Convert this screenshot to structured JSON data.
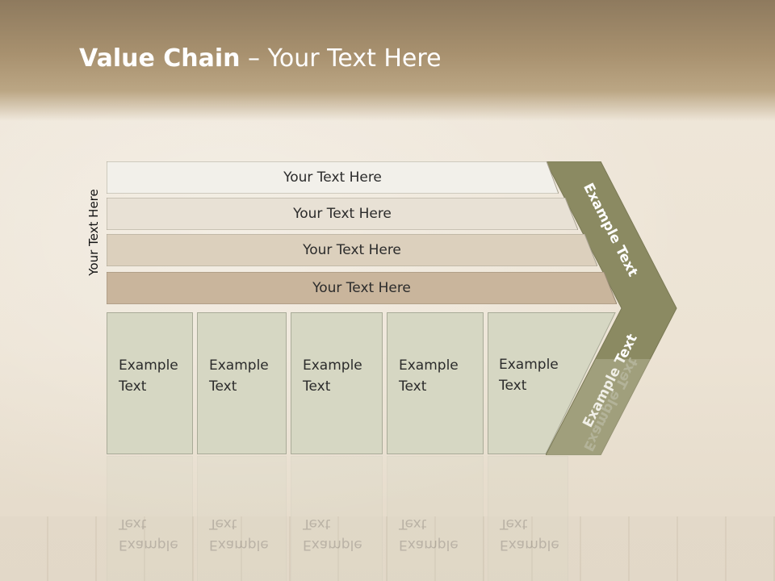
{
  "title": {
    "bold": "Value Chain",
    "rest": " – Your Text Here"
  },
  "side_label": "Your Text Here",
  "rows": [
    {
      "label": "Your Text Here",
      "fill": "#f2f0ea"
    },
    {
      "label": "Your Text Here",
      "fill": "#e8e1d5"
    },
    {
      "label": "Your Text Here",
      "fill": "#dcd0bd"
    },
    {
      "label": "Your Text Here",
      "fill": "#c9b59c"
    }
  ],
  "columns": [
    {
      "line1": "Example",
      "line2": "Text"
    },
    {
      "line1": "Example",
      "line2": "Text"
    },
    {
      "line1": "Example",
      "line2": "Text"
    },
    {
      "line1": "Example",
      "line2": "Text"
    },
    {
      "line1": "Example",
      "line2": "Text"
    }
  ],
  "chevron": {
    "upper_text": "Example Text",
    "lower_text": "Example Text",
    "color": "#8b8a62"
  },
  "column_color": "#d6d7c3"
}
